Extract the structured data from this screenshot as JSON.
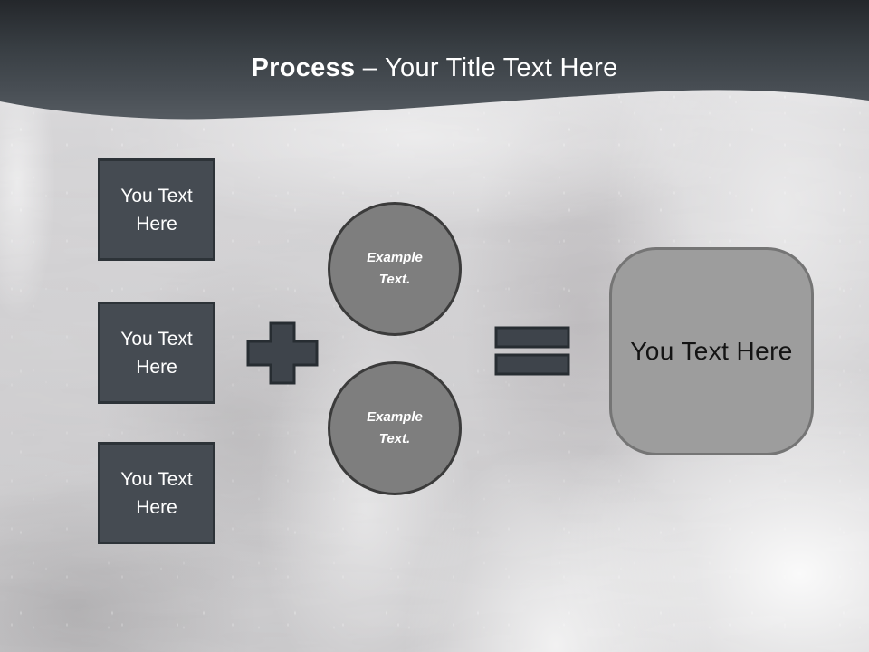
{
  "header": {
    "title_bold": "Process",
    "title_rest": " – Your Title Text Here"
  },
  "left_boxes": [
    {
      "label": "You Text Here"
    },
    {
      "label": "You Text Here"
    },
    {
      "label": "You Text Here"
    }
  ],
  "operators": {
    "plus_icon": "plus",
    "equals_icon": "equals"
  },
  "circles": [
    {
      "label": "Example Text."
    },
    {
      "label": "Example Text."
    }
  ],
  "result_box": {
    "label": "You Text Here"
  },
  "colors": {
    "header_top": "#26292d",
    "header_bottom": "#565c62",
    "step_box_fill": "#454b52",
    "step_box_border": "#2d3338",
    "operator_fill": "#3e444b",
    "operator_border": "#272d32",
    "circle_fill": "#7e7e7e",
    "circle_border": "#3b3b3b",
    "result_fill": "#9d9d9d",
    "result_border": "#757575",
    "background": "#d2d1d3",
    "title_text": "#ffffff",
    "result_text": "#141414"
  }
}
